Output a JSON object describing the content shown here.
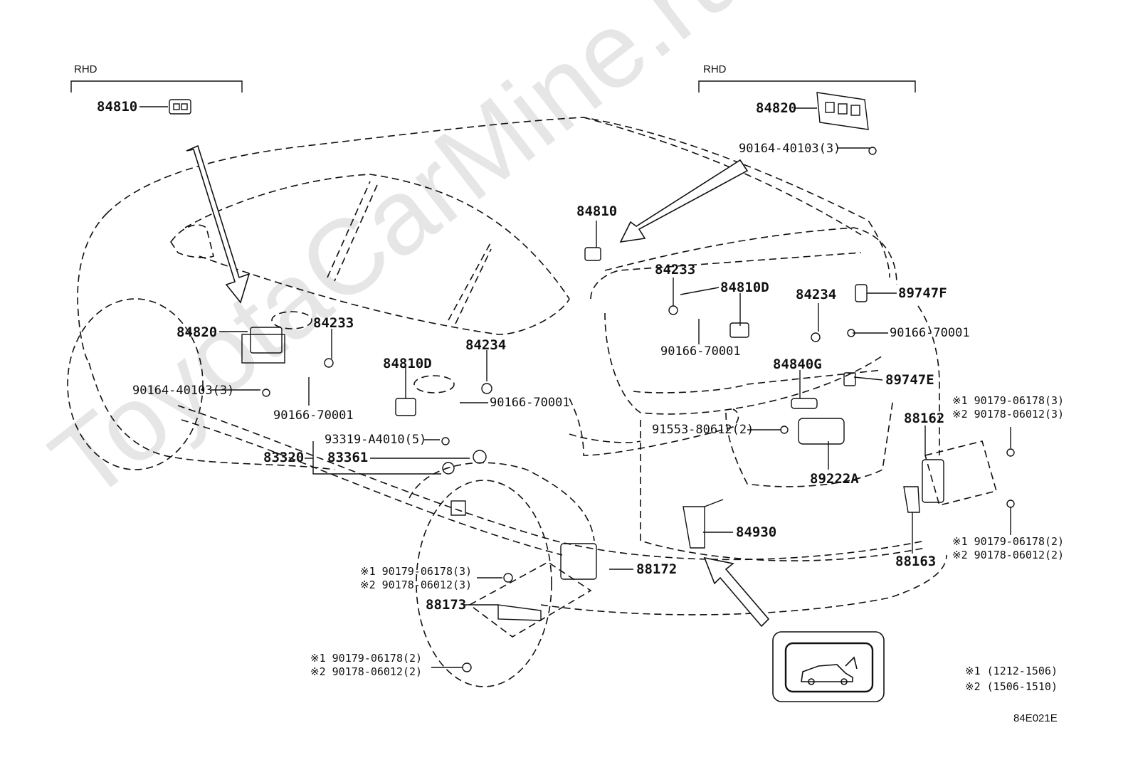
{
  "watermark": "ToyotaCarMine.ru",
  "diagram_code": "84E021E",
  "notes": {
    "n1": "※1 (1212-1506)",
    "n2": "※2 (1506-1510)"
  },
  "rhd": {
    "left": "RHD",
    "right": "RHD"
  },
  "labels": {
    "p84810_rhd": "84810",
    "p84820_rhd": "84820",
    "s90164_rhd": "90164-40103(3)",
    "p84810_roof": "84810",
    "p84233_tail": "84233",
    "p84810D_tail": "84810D",
    "s90166_tail_a": "90166-70001",
    "p84234_tail": "84234",
    "p89747F": "89747F",
    "s90166_tail_b": "90166-70001",
    "p84840G": "84840G",
    "p89747E": "89747E",
    "s91553": "91553-80612(2)",
    "p89222A": "89222A",
    "p84820_door": "84820",
    "p84233_door": "84233",
    "s90164_door": "90164-40103(3)",
    "s90166_door": "90166-70001",
    "p84810D_door": "84810D",
    "p84234_door": "84234",
    "s90166_door2": "90166-70001",
    "s93319": "93319-A4010(5)",
    "p83361": "83361",
    "p83320": "83320",
    "p84930": "84930",
    "p88172": "88172",
    "n1_left_a": "※1 90179-06178(3)",
    "n2_left_a": "※2 90178-06012(3)",
    "p88173": "88173",
    "n1_left_b": "※1 90179-06178(2)",
    "n2_left_b": "※2 90178-06012(2)",
    "p88162": "88162",
    "n1_right_a": "※1 90179-06178(3)",
    "n2_right_a": "※2 90178-06012(3)",
    "p88163": "88163",
    "n1_right_b": "※1 90179-06178(2)",
    "n2_right_b": "※2 90178-06012(2)"
  },
  "icons": [
    "car-outline-diagram",
    "arrow-icon",
    "switch-icon",
    "back-door-switch-icon"
  ]
}
